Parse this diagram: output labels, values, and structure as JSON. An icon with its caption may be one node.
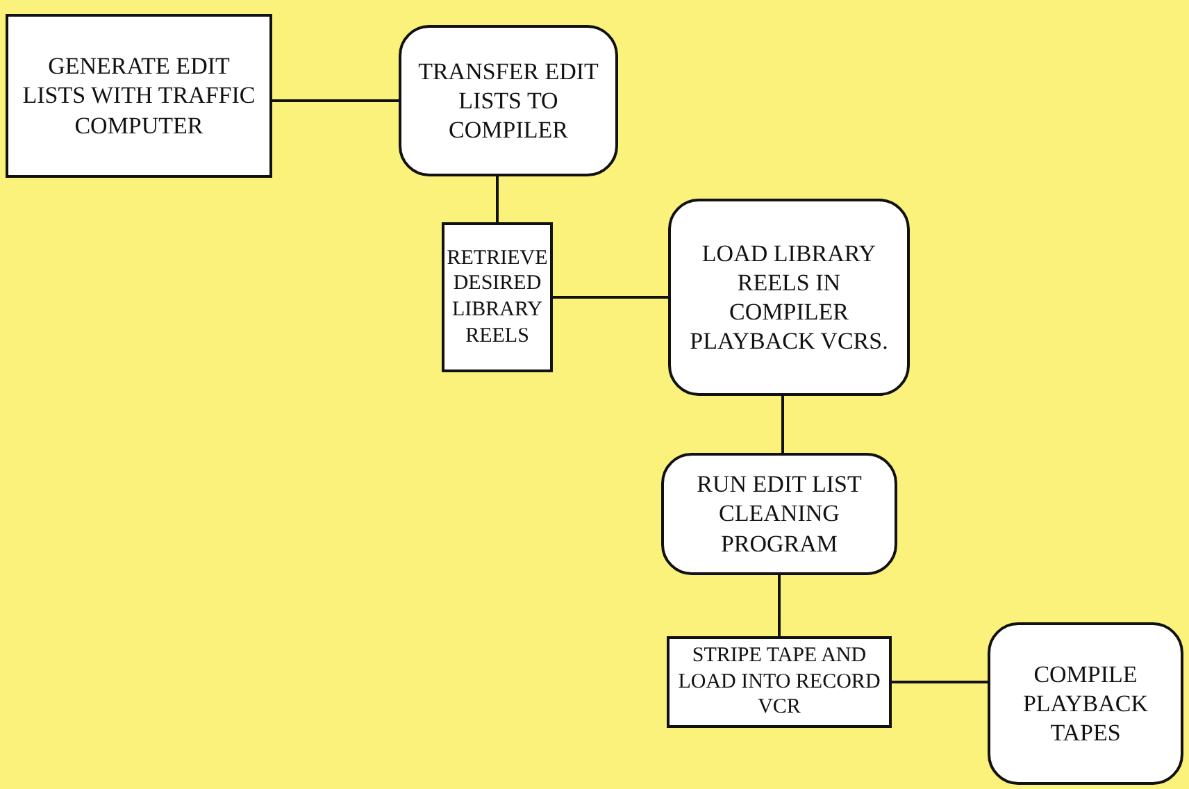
{
  "diagram": {
    "nodes": [
      {
        "text": [
          "GENERATE EDIT LISTS WITH TRAFFIC COMPUTER"
        ]
      },
      {
        "text": [
          "TRANSFER EDIT LISTS TO COMPILER"
        ]
      },
      {
        "text": [
          "RETRIEVE DESIRED LIBRARY REELS"
        ]
      },
      {
        "text": [
          "LOAD LIBRARY REELS IN COMPILER PLAYBACK VCRS."
        ]
      },
      {
        "text": [
          "RUN EDIT LIST CLEANING PROGRAM"
        ]
      },
      {
        "text": [
          "STRIPE TAPE AND LOAD INTO RECORD VCR"
        ]
      },
      {
        "text": [
          "COMPILE PLAYBACK TAPES"
        ]
      }
    ],
    "edges": [
      {
        "from": 0,
        "to": 1,
        "arrow": "none"
      },
      {
        "from": 1,
        "to": 2,
        "arrow": "none"
      },
      {
        "from": 2,
        "to": 3,
        "arrow": "none"
      },
      {
        "from": 3,
        "to": 4,
        "arrow": "none"
      },
      {
        "from": 4,
        "to": 5,
        "arrow": "none"
      },
      {
        "from": 5,
        "to": 6,
        "arrow": "none"
      }
    ]
  }
}
